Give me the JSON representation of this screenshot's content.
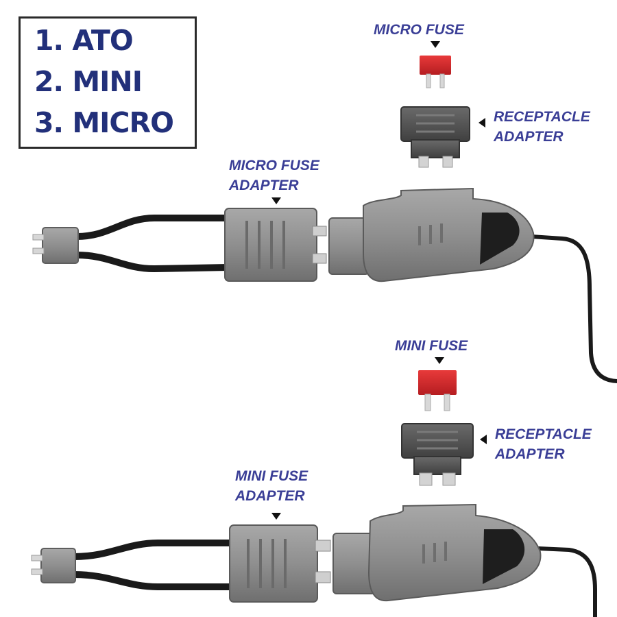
{
  "legend": {
    "items": [
      "1. ATO",
      "2. MINI",
      "3. MICRO"
    ]
  },
  "labels": {
    "micro_fuse": "MICRO FUSE",
    "receptacle_adapter_top": [
      "RECEPTACLE",
      "ADAPTER"
    ],
    "micro_fuse_adapter": [
      "MICRO FUSE",
      "ADAPTER"
    ],
    "mini_fuse": "MINI FUSE",
    "receptacle_adapter_bottom": [
      "RECEPTACLE",
      "ADAPTER"
    ],
    "mini_fuse_adapter": [
      "MINI FUSE",
      "ADAPTER"
    ]
  },
  "colors": {
    "label_text": "#3a3e96",
    "legend_text": "#22307a",
    "fuse_red": "#d9262b",
    "housing_gray": "#8e8e8e",
    "adapter_dark": "#555555",
    "cable": "#1a1a1a"
  },
  "icons": [
    "fuse-icon",
    "receptacle-adapter-icon",
    "fuse-adapter-icon",
    "tester-probe-icon",
    "test-lead-icon",
    "pointer-arrow-icon"
  ]
}
